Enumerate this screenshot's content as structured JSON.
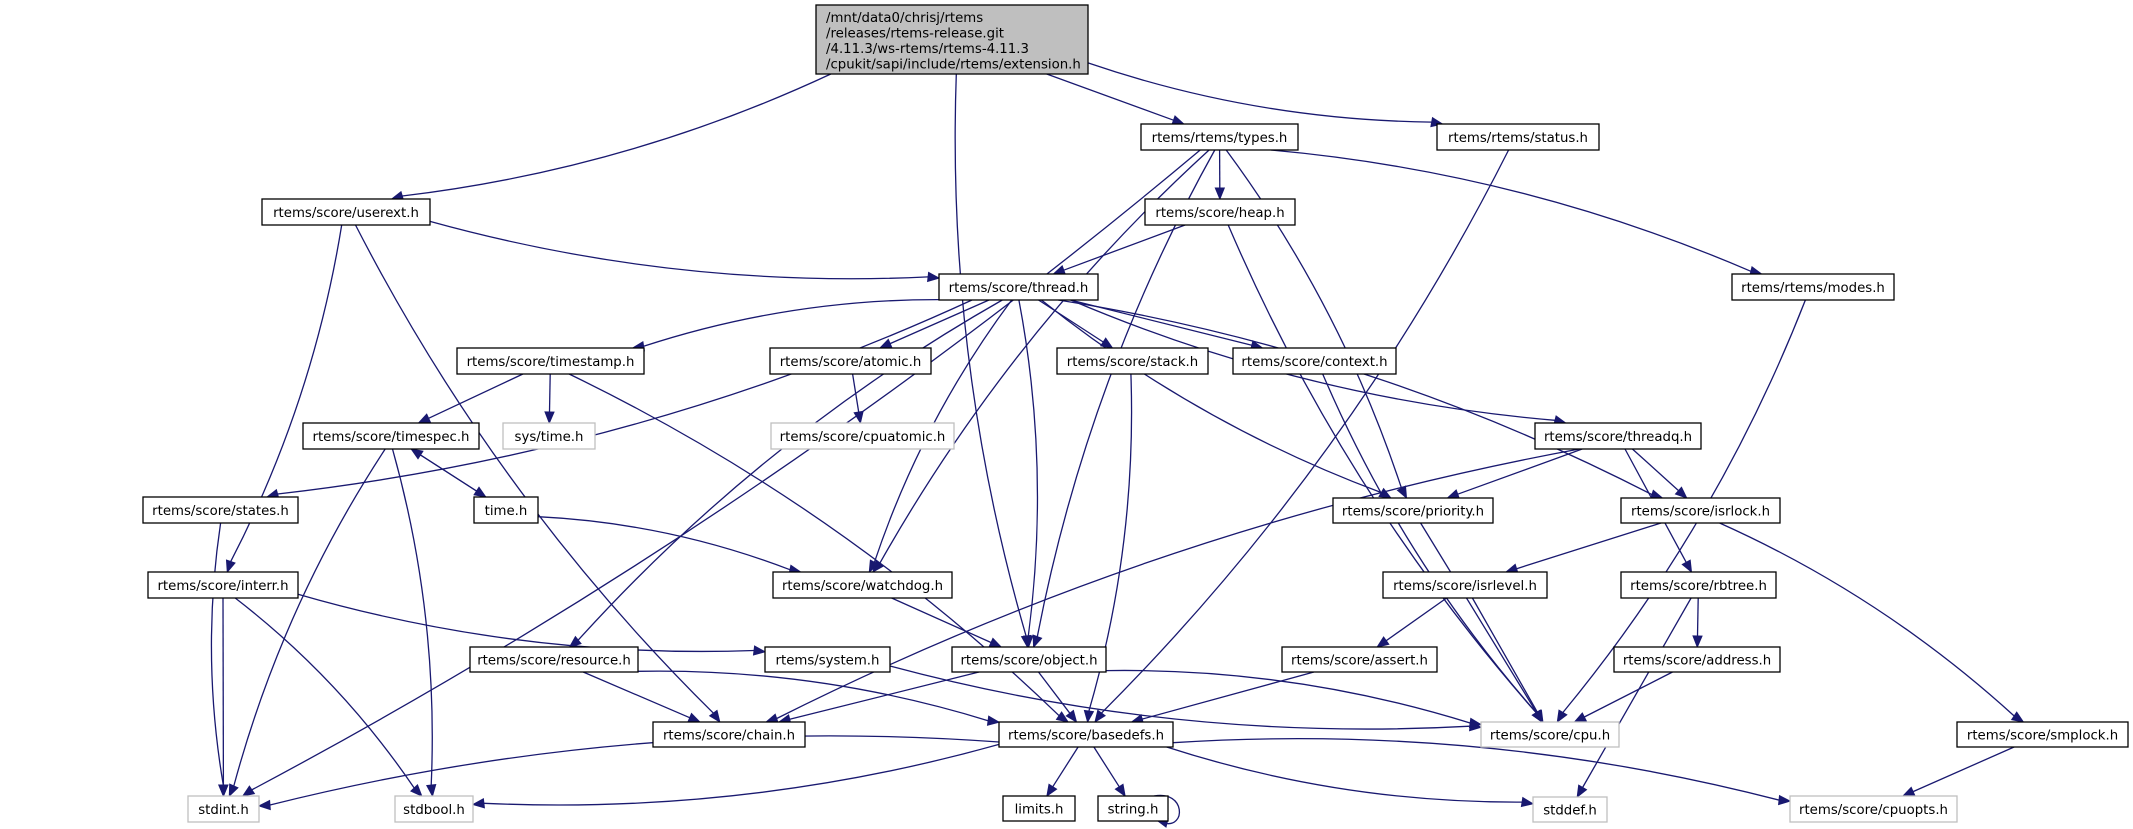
{
  "diagram": {
    "type": "include-dependency-graph",
    "root": {
      "id": "extension",
      "label_lines": [
        "/mnt/data0/chrisj/rtems",
        "/releases/rtems-release.git",
        "/4.11.3/ws-rtems/rtems-4.11.3",
        "/cpukit/sapi/include/rtems/extension.h"
      ]
    },
    "nodes": [
      {
        "id": "types",
        "label": "rtems/rtems/types.h",
        "documented": true
      },
      {
        "id": "status",
        "label": "rtems/rtems/status.h",
        "documented": true
      },
      {
        "id": "userext",
        "label": "rtems/score/userext.h",
        "documented": true
      },
      {
        "id": "heap",
        "label": "rtems/score/heap.h",
        "documented": true
      },
      {
        "id": "thread",
        "label": "rtems/score/thread.h",
        "documented": true
      },
      {
        "id": "modes",
        "label": "rtems/rtems/modes.h",
        "documented": true
      },
      {
        "id": "timestamp",
        "label": "rtems/score/timestamp.h",
        "documented": true
      },
      {
        "id": "atomic",
        "label": "rtems/score/atomic.h",
        "documented": true
      },
      {
        "id": "stack",
        "label": "rtems/score/stack.h",
        "documented": true
      },
      {
        "id": "context",
        "label": "rtems/score/context.h",
        "documented": true
      },
      {
        "id": "timespec",
        "label": "rtems/score/timespec.h",
        "documented": true
      },
      {
        "id": "systime",
        "label": "sys/time.h",
        "documented": false
      },
      {
        "id": "cpuatomic",
        "label": "rtems/score/cpuatomic.h",
        "documented": false
      },
      {
        "id": "threadq",
        "label": "rtems/score/threadq.h",
        "documented": true
      },
      {
        "id": "states",
        "label": "rtems/score/states.h",
        "documented": true
      },
      {
        "id": "timeh",
        "label": "time.h",
        "documented": true
      },
      {
        "id": "priority",
        "label": "rtems/score/priority.h",
        "documented": true
      },
      {
        "id": "isrlock",
        "label": "rtems/score/isrlock.h",
        "documented": true
      },
      {
        "id": "interr",
        "label": "rtems/score/interr.h",
        "documented": true
      },
      {
        "id": "watchdog",
        "label": "rtems/score/watchdog.h",
        "documented": true
      },
      {
        "id": "isrlevel",
        "label": "rtems/score/isrlevel.h",
        "documented": true
      },
      {
        "id": "rbtree",
        "label": "rtems/score/rbtree.h",
        "documented": true
      },
      {
        "id": "resource",
        "label": "rtems/score/resource.h",
        "documented": true
      },
      {
        "id": "system",
        "label": "rtems/system.h",
        "documented": true
      },
      {
        "id": "object",
        "label": "rtems/score/object.h",
        "documented": true
      },
      {
        "id": "assert",
        "label": "rtems/score/assert.h",
        "documented": true
      },
      {
        "id": "address",
        "label": "rtems/score/address.h",
        "documented": true
      },
      {
        "id": "chain",
        "label": "rtems/score/chain.h",
        "documented": true
      },
      {
        "id": "basedefs",
        "label": "rtems/score/basedefs.h",
        "documented": true
      },
      {
        "id": "cpu",
        "label": "rtems/score/cpu.h",
        "documented": false
      },
      {
        "id": "smplock",
        "label": "rtems/score/smplock.h",
        "documented": true
      },
      {
        "id": "stdint",
        "label": "stdint.h",
        "documented": false
      },
      {
        "id": "stdbool",
        "label": "stdbool.h",
        "documented": false
      },
      {
        "id": "limits",
        "label": "limits.h",
        "documented": true
      },
      {
        "id": "string",
        "label": "string.h",
        "documented": true
      },
      {
        "id": "stddef",
        "label": "stddef.h",
        "documented": false
      },
      {
        "id": "cpuopts",
        "label": "rtems/score/cpuopts.h",
        "documented": false
      }
    ],
    "edges": [
      [
        "extension",
        "types"
      ],
      [
        "extension",
        "status"
      ],
      [
        "extension",
        "userext"
      ],
      [
        "extension",
        "object"
      ],
      [
        "types",
        "stdint"
      ],
      [
        "types",
        "heap"
      ],
      [
        "types",
        "modes"
      ],
      [
        "types",
        "object"
      ],
      [
        "types",
        "priority"
      ],
      [
        "types",
        "watchdog"
      ],
      [
        "status",
        "basedefs"
      ],
      [
        "userext",
        "thread"
      ],
      [
        "userext",
        "interr"
      ],
      [
        "userext",
        "chain"
      ],
      [
        "heap",
        "thread"
      ],
      [
        "heap",
        "cpu"
      ],
      [
        "modes",
        "cpu"
      ],
      [
        "thread",
        "timestamp"
      ],
      [
        "thread",
        "atomic"
      ],
      [
        "thread",
        "stack"
      ],
      [
        "thread",
        "context"
      ],
      [
        "thread",
        "threadq"
      ],
      [
        "thread",
        "states"
      ],
      [
        "thread",
        "priority"
      ],
      [
        "thread",
        "isrlock"
      ],
      [
        "thread",
        "watchdog"
      ],
      [
        "thread",
        "object"
      ],
      [
        "thread",
        "resource"
      ],
      [
        "timestamp",
        "timespec"
      ],
      [
        "timestamp",
        "systime"
      ],
      [
        "timestamp",
        "basedefs"
      ],
      [
        "atomic",
        "cpuatomic"
      ],
      [
        "stack",
        "basedefs"
      ],
      [
        "context",
        "cpu"
      ],
      [
        "timespec",
        "timeh"
      ],
      [
        "timespec",
        "stdint"
      ],
      [
        "timespec",
        "stdbool"
      ],
      [
        "timeh",
        "timespec"
      ],
      [
        "timeh",
        "watchdog"
      ],
      [
        "states",
        "stdint"
      ],
      [
        "threadq",
        "priority"
      ],
      [
        "threadq",
        "isrlock"
      ],
      [
        "threadq",
        "rbtree"
      ],
      [
        "threadq",
        "chain"
      ],
      [
        "priority",
        "cpu"
      ],
      [
        "isrlock",
        "isrlevel"
      ],
      [
        "isrlock",
        "smplock"
      ],
      [
        "interr",
        "stdint"
      ],
      [
        "interr",
        "stdbool"
      ],
      [
        "interr",
        "system"
      ],
      [
        "watchdog",
        "object"
      ],
      [
        "isrlevel",
        "assert"
      ],
      [
        "isrlevel",
        "cpu"
      ],
      [
        "rbtree",
        "address"
      ],
      [
        "rbtree",
        "stddef"
      ],
      [
        "resource",
        "chain"
      ],
      [
        "resource",
        "basedefs"
      ],
      [
        "system",
        "cpu"
      ],
      [
        "object",
        "chain"
      ],
      [
        "object",
        "basedefs"
      ],
      [
        "object",
        "cpu"
      ],
      [
        "assert",
        "basedefs"
      ],
      [
        "address",
        "cpu"
      ],
      [
        "basedefs",
        "stdint"
      ],
      [
        "basedefs",
        "stdbool"
      ],
      [
        "basedefs",
        "limits"
      ],
      [
        "basedefs",
        "string"
      ],
      [
        "basedefs",
        "stddef"
      ],
      [
        "basedefs",
        "cpuopts"
      ],
      [
        "string",
        "string"
      ],
      [
        "smplock",
        "cpuopts"
      ]
    ],
    "colors": {
      "edge": "#191970",
      "root_fill": "#bfbfbf",
      "documented_border": "#000000",
      "external_border": "#bfbfbf"
    }
  }
}
